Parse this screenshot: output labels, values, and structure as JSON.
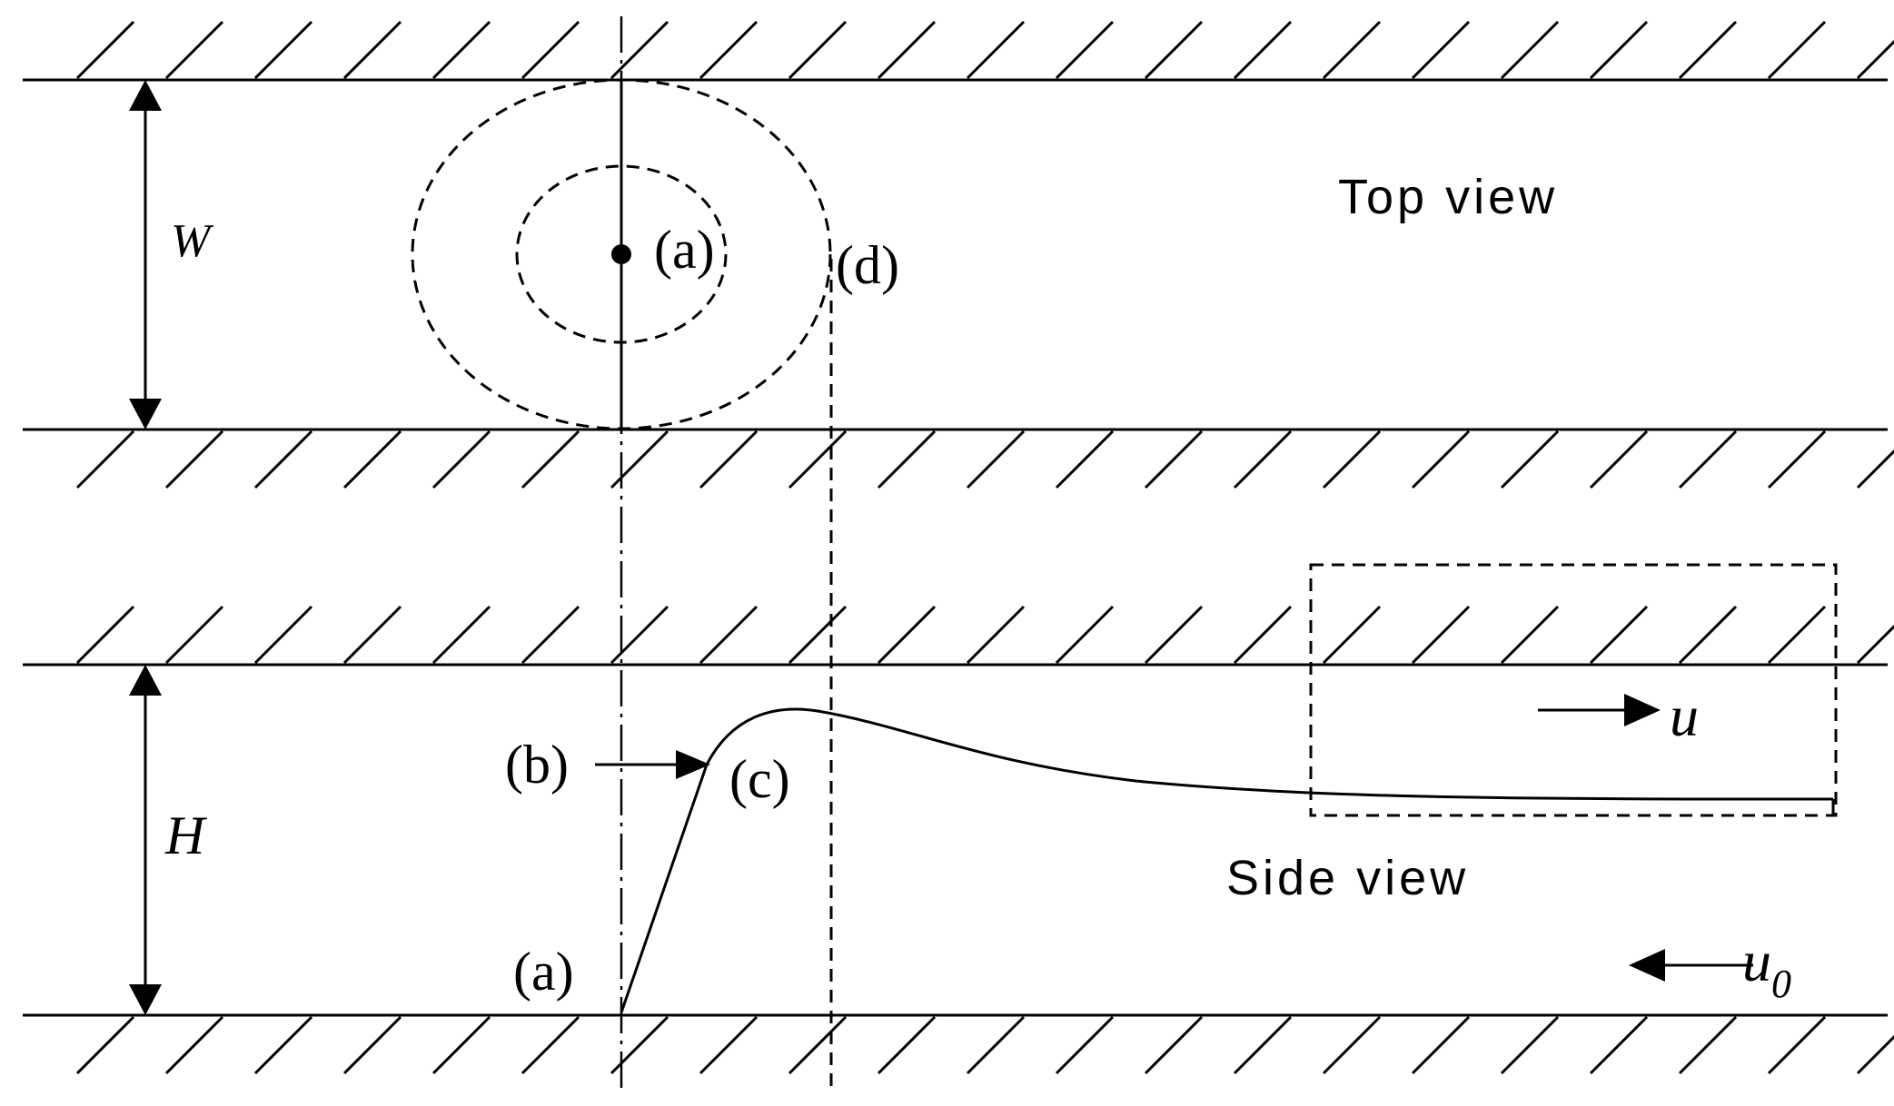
{
  "labels": {
    "top_view": "Top view",
    "side_view": "Side view",
    "width": "W",
    "height": "H",
    "point_a_top": "(a)",
    "point_d": "(d)",
    "point_a_side": "(a)",
    "point_b": "(b)",
    "point_c": "(c)",
    "velocity_u": "u",
    "velocity_u0": "u",
    "velocity_u0_subscript": "0"
  }
}
